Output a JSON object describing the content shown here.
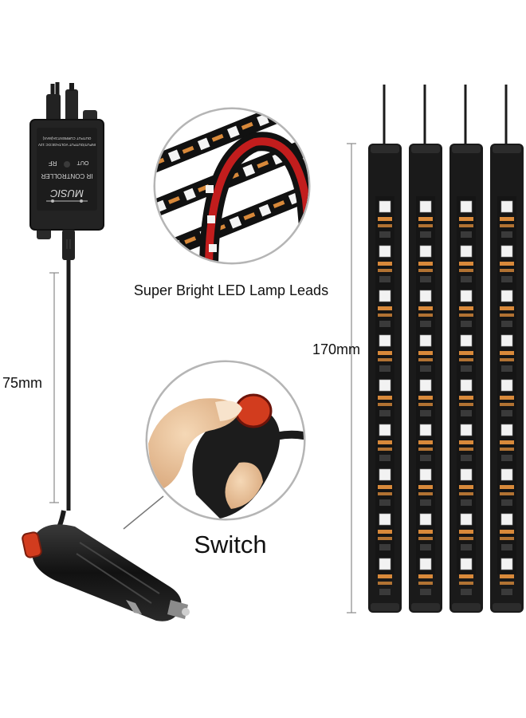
{
  "labels": {
    "leads": "Super Bright LED Lamp Leads",
    "switch": "Switch",
    "strip_length": "170mm",
    "cord_length": "75mm"
  },
  "controller": {
    "brand": "MUSIC",
    "line1": "IR CONTROLLER",
    "line2": "RF",
    "line3": "OUT",
    "fine_print_1": "INPUT/OUTPUT VOLTAGE:DC 12V",
    "fine_print_2": "OUTPUT CURRENT:3A(MAX)"
  },
  "colors": {
    "strip_body": "#1a1a1a",
    "led_white": "#f2f2f2",
    "led_amber": "#d8893a",
    "switch_red": "#d23c1e",
    "cable": "#1b1b1b",
    "dimension_line": "#888888"
  },
  "strip_count": 4
}
